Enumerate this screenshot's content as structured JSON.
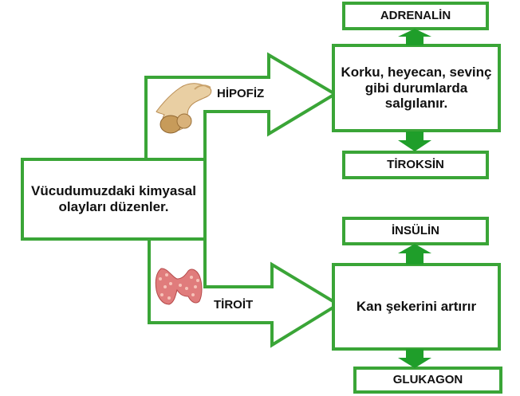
{
  "colors": {
    "border": "#3aa537",
    "arrow_fill": "#1f9e2a",
    "background": "#ffffff",
    "text": "#111111"
  },
  "center": {
    "text": "Vücudumuzdaki kimyasal olayları düzenler."
  },
  "upper": {
    "organ_label": "HİPOFİZ",
    "organ_icon": "pituitary-gland-illustration",
    "box_text": "Korku, heyecan, sevinç gibi durumlarda salgılanır.",
    "top_hormone": "ADRENALİN",
    "bottom_hormone": "TİROKSİN"
  },
  "lower": {
    "organ_label": "TİROİT",
    "organ_icon": "thyroid-gland-illustration",
    "box_text": "Kan şekerini artırır",
    "top_hormone": "İNSÜLİN",
    "bottom_hormone": "GLUKAGON"
  }
}
